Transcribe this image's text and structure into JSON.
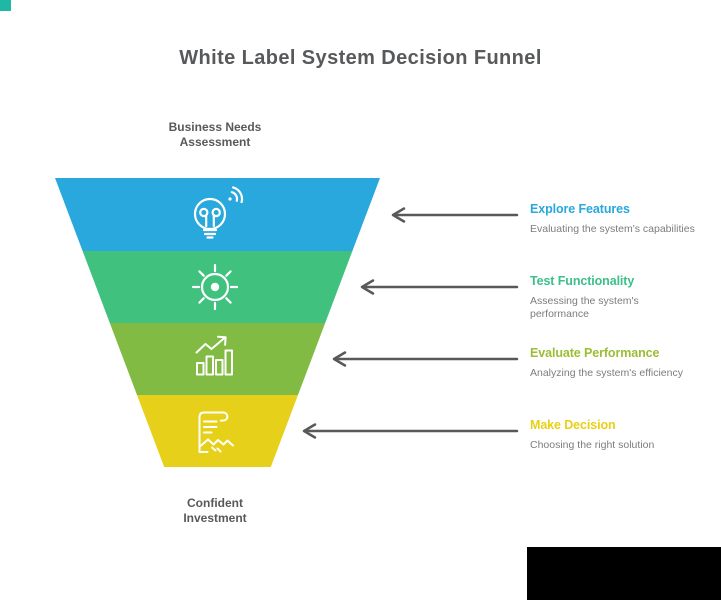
{
  "page": {
    "title": "White Label System Decision Funnel",
    "title_color": "#58595B",
    "background": "#FFFFFF"
  },
  "funnel": {
    "top_label": "Business Needs Assessment",
    "bottom_label": "Confident Investment",
    "segments": [
      {
        "label": "Explore Features",
        "color": "#28A8DC",
        "icon": "idea-lightbulb-icon"
      },
      {
        "label": "Test Functionality",
        "color": "#40C17E",
        "icon": "settings-gear-icon"
      },
      {
        "label": "Evaluate Performance",
        "color": "#82BB43",
        "icon": "growth-chart-icon"
      },
      {
        "label": "Make Decision",
        "color": "#E6D01A",
        "icon": "contract-handshake-icon"
      }
    ]
  },
  "steps": [
    {
      "heading": "Explore Features",
      "heading_color": "#28A8DC",
      "description": "Evaluating the system's capabilities"
    },
    {
      "heading": "Test Functionality",
      "heading_color": "#3BC08A",
      "description": "Assessing the system's performance"
    },
    {
      "heading": "Evaluate Performance",
      "heading_color": "#9BBE35",
      "description": "Analyzing the system's efficiency"
    },
    {
      "heading": "Make Decision",
      "heading_color": "#E9D013",
      "description": "Choosing the right solution"
    }
  ],
  "colors": {
    "arrow": "#58595B",
    "label_gray": "#58595B",
    "description_gray": "#7C7D80",
    "icon_stroke": "#FFFFFF",
    "corner_accent": "#1FB8A5",
    "watermark_box": "#000000"
  }
}
